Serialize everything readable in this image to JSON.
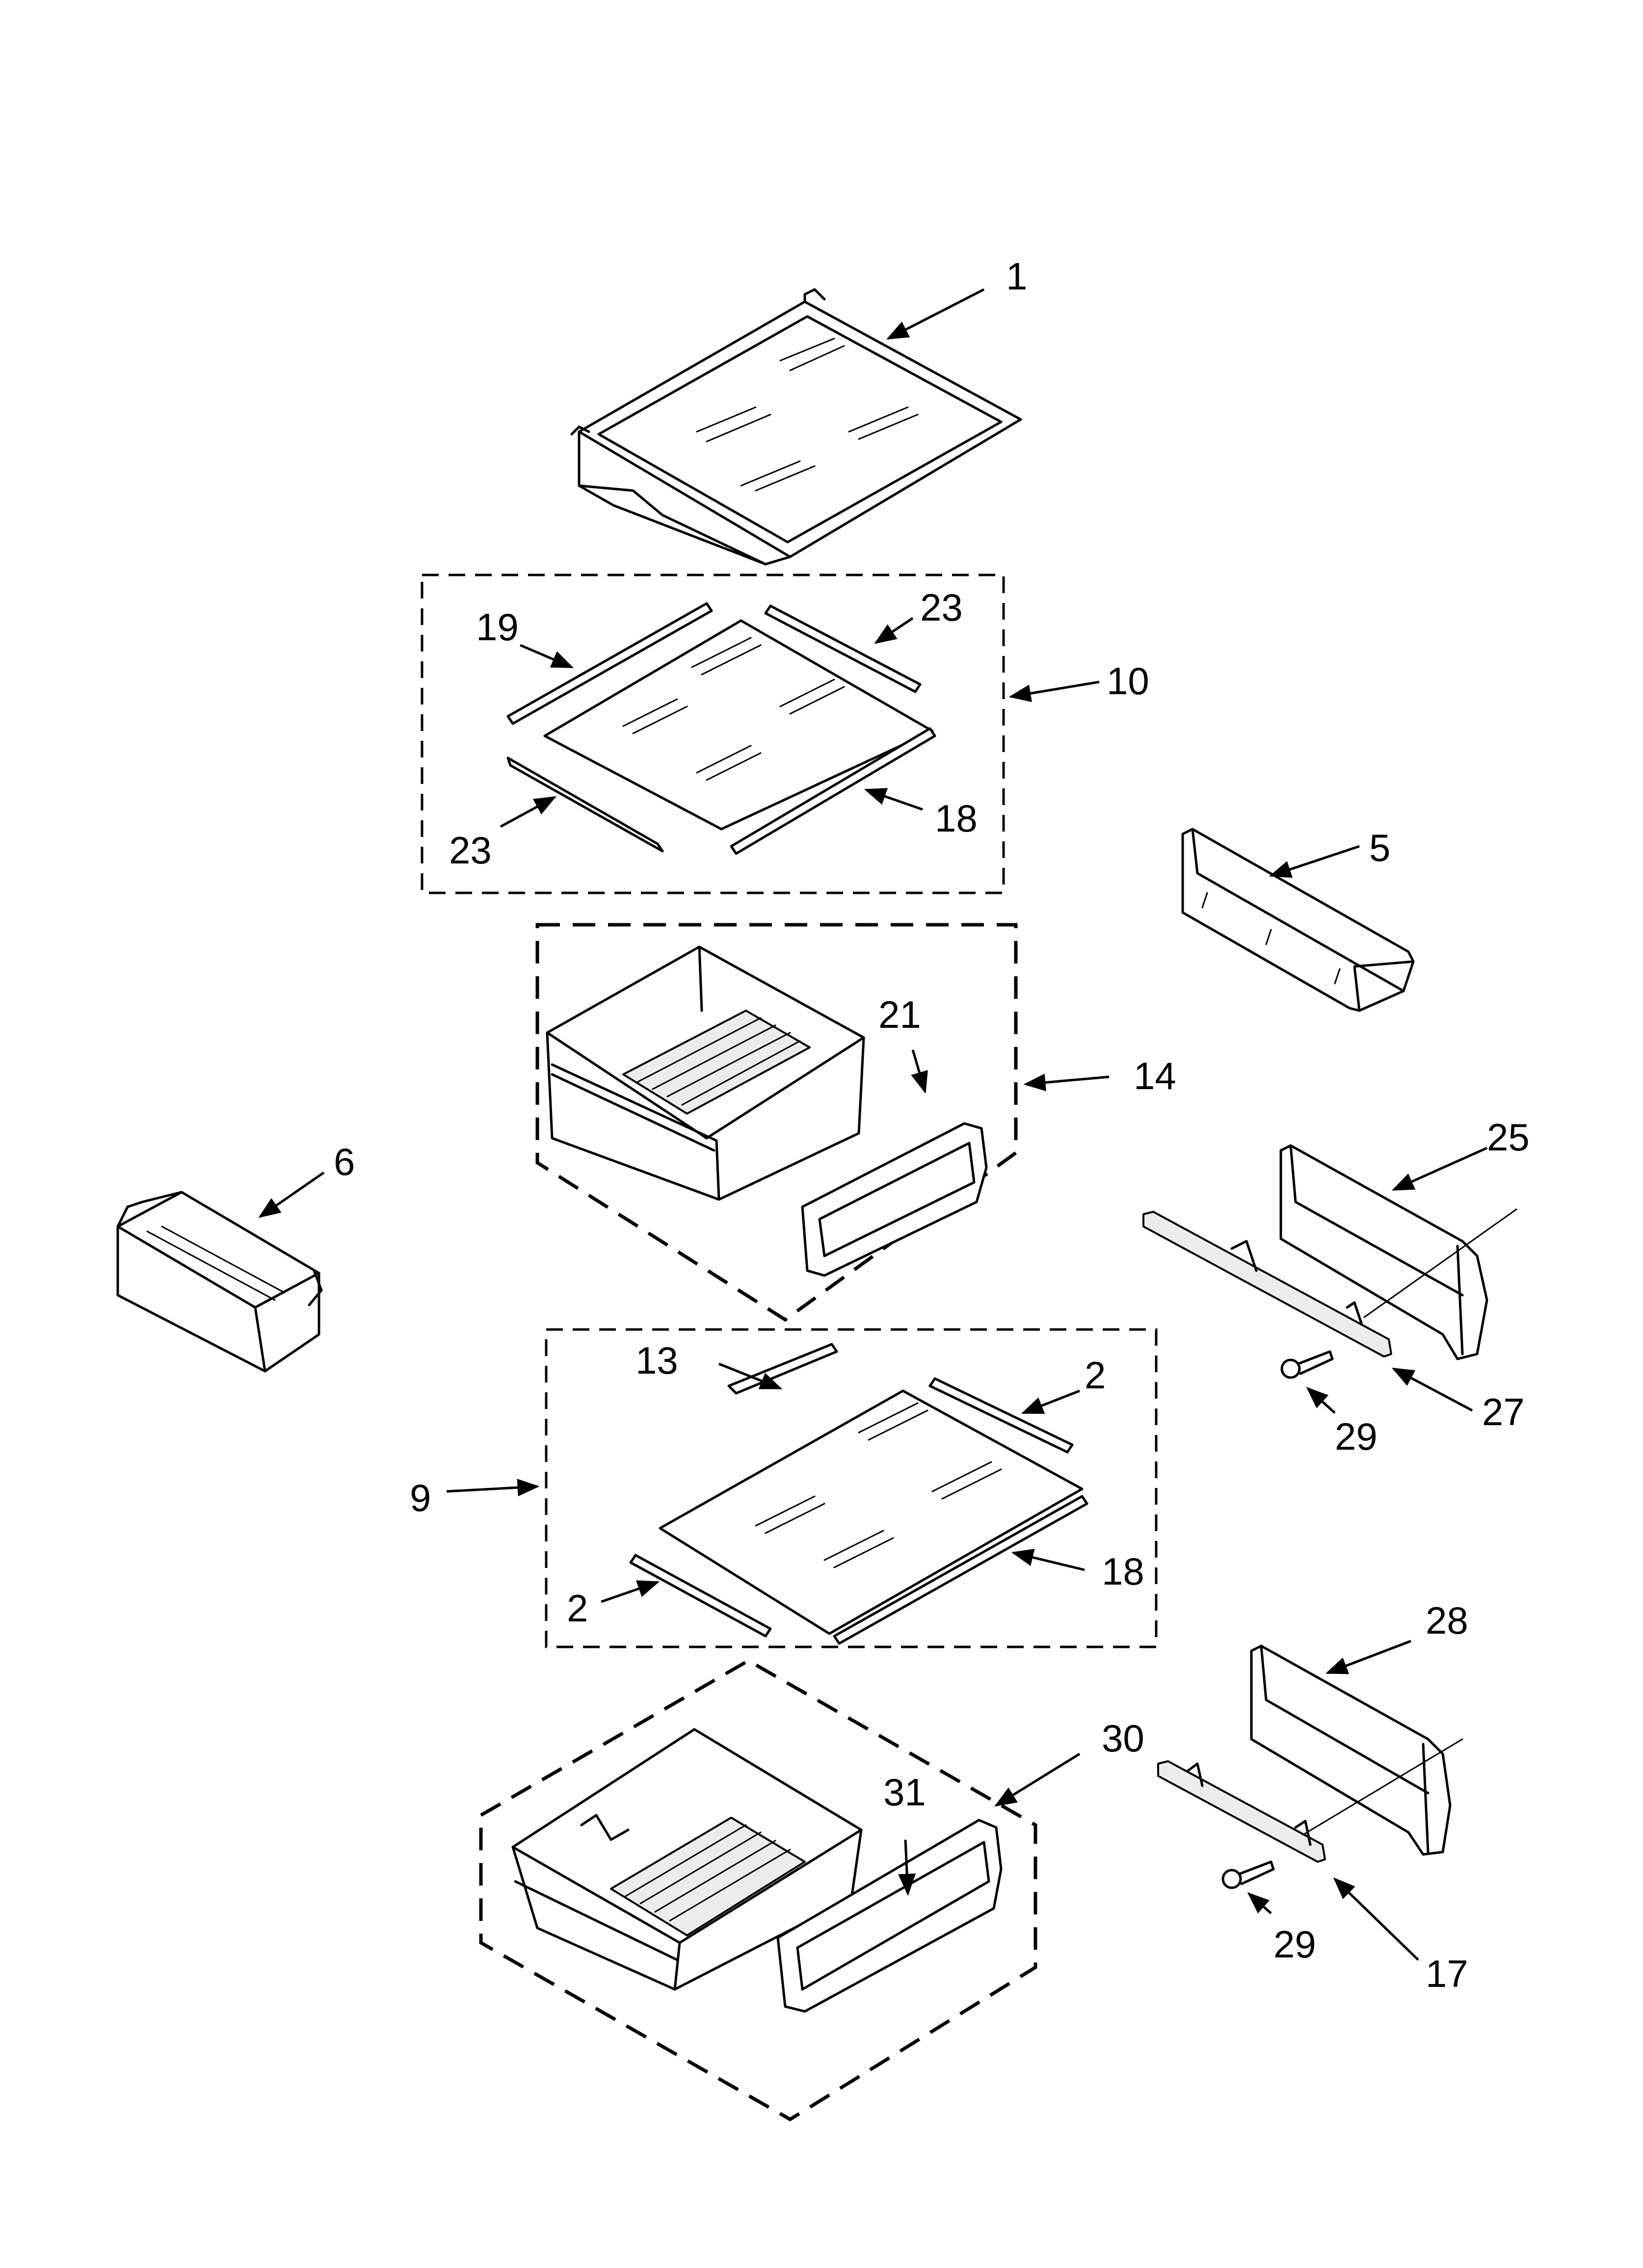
{
  "callouts": {
    "c1": "1",
    "c19": "19",
    "c23a": "23",
    "c10": "10",
    "c23b": "23",
    "c18a": "18",
    "c5": "5",
    "c21": "21",
    "c14": "14",
    "c6": "6",
    "c25": "25",
    "c27": "27",
    "c29a": "29",
    "c13": "13",
    "c2a": "2",
    "c9": "9",
    "c18b": "18",
    "c2b": "2",
    "c28": "28",
    "c30": "30",
    "c31": "31",
    "c29b": "29",
    "c17": "17"
  }
}
